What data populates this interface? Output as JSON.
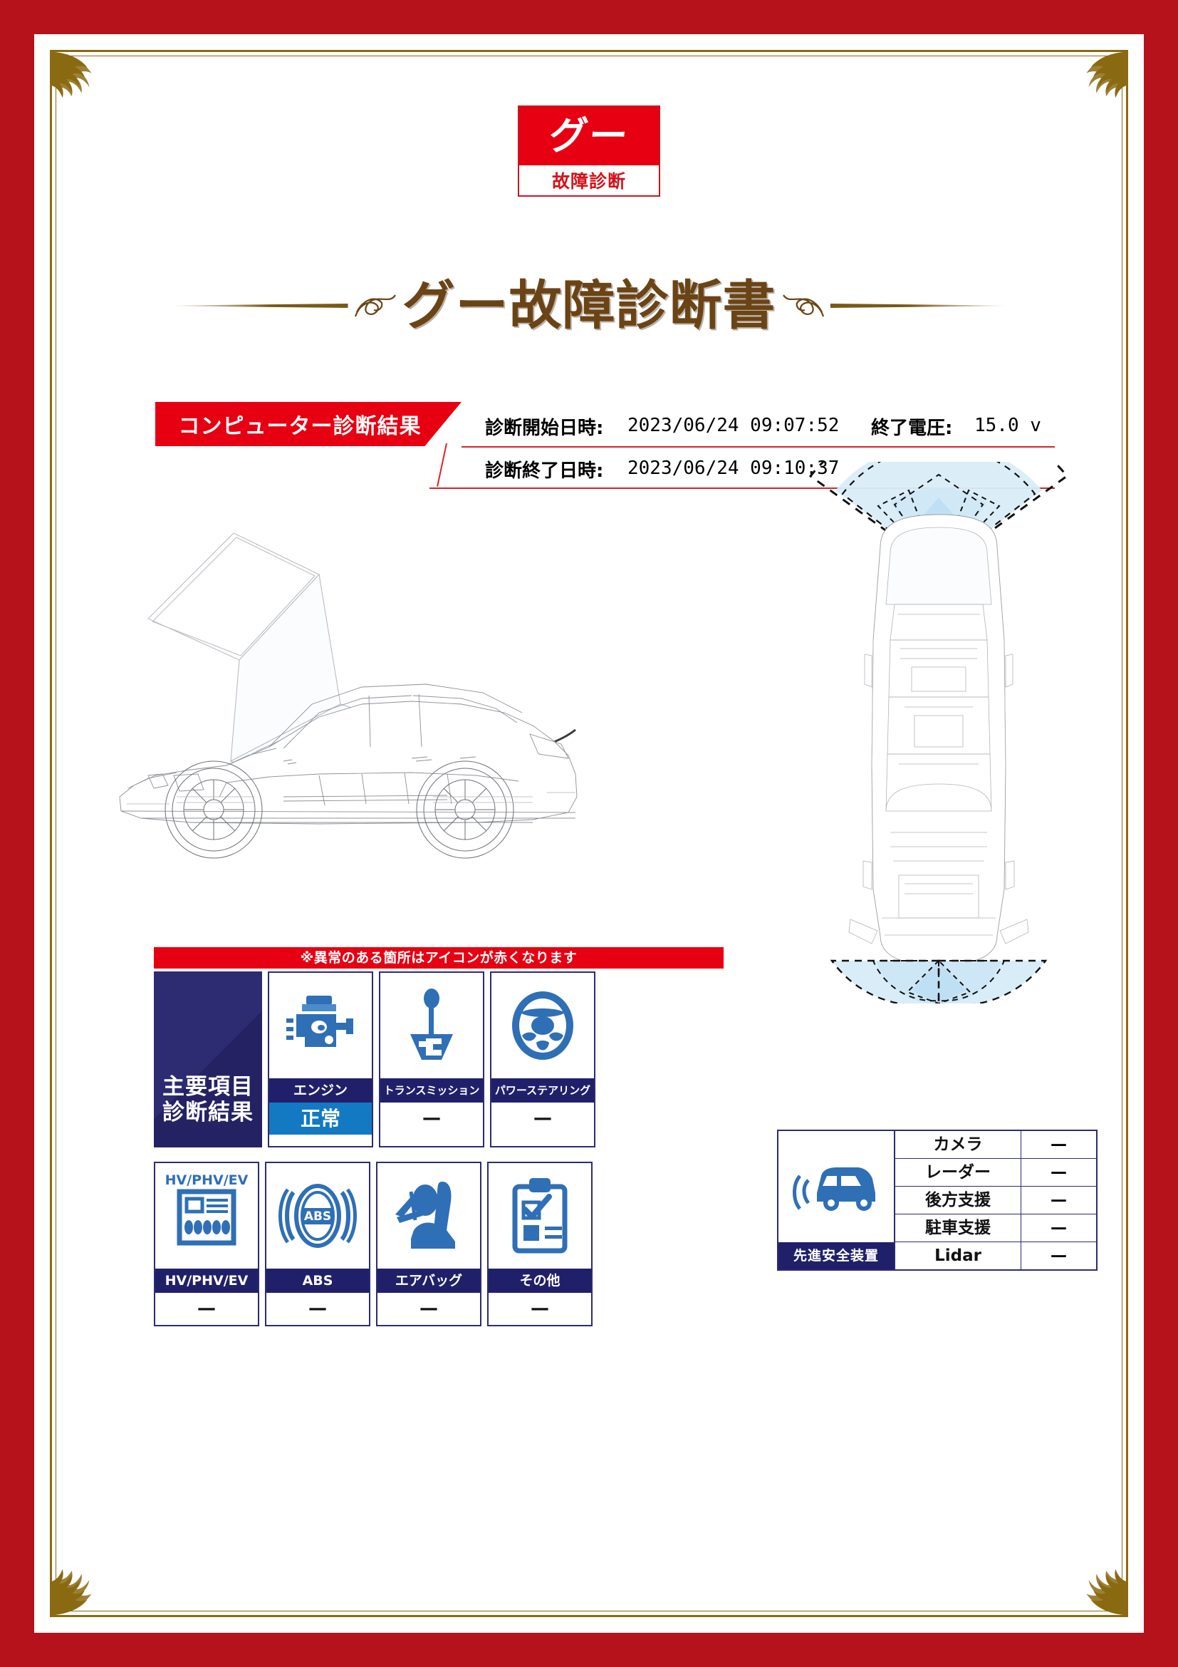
{
  "logo": {
    "mark": "グー",
    "sub": "故障診断"
  },
  "title": "グー故障診断書",
  "diagnosis": {
    "tag": "コンピューター診断結果",
    "start_label": "診断開始日時:",
    "start_value": "2023/06/24 09:07:52",
    "end_label": "診断終了日時:",
    "end_value": "2023/06/24 09:10:37",
    "voltage_label": "終了電圧:",
    "voltage_value": "15.0 v"
  },
  "main_items": {
    "note": "※異常のある箇所はアイコンが赤くなります",
    "panel_title_line1": "主要項目",
    "panel_title_line2": "診断結果",
    "row1": [
      {
        "icon": "engine-icon",
        "name": "エンジン",
        "value": "正常",
        "status": "ok"
      },
      {
        "icon": "transmission-icon",
        "name": "トランスミッション",
        "value": "—",
        "status": "none"
      },
      {
        "icon": "power-steering-icon",
        "name": "パワーステアリング",
        "value": "—",
        "status": "none"
      }
    ],
    "row2": [
      {
        "icon": "hv-battery-icon",
        "name": "HV/PHV/EV",
        "value": "—",
        "status": "none"
      },
      {
        "icon": "abs-icon",
        "name": "ABS",
        "value": "—",
        "status": "none"
      },
      {
        "icon": "airbag-icon",
        "name": "エアバッグ",
        "value": "—",
        "status": "none"
      },
      {
        "icon": "clipboard-check-icon",
        "name": "その他",
        "value": "—",
        "status": "none"
      }
    ]
  },
  "safety": {
    "title": "先進安全装置",
    "icon": "car-sensor-icon",
    "rows": [
      {
        "name": "カメラ",
        "value": "—"
      },
      {
        "name": "レーダー",
        "value": "—"
      },
      {
        "name": "後方支援",
        "value": "—"
      },
      {
        "name": "駐車支援",
        "value": "—"
      },
      {
        "name": "Lidar",
        "value": "—"
      }
    ]
  },
  "colors": {
    "border_red": "#b5121b",
    "brand_red": "#e60012",
    "gold": "#8a6a12",
    "title_brown": "#6b4415",
    "navy": "#2d2b72",
    "status_blue": "#1379c2",
    "sensor_blue": "#d6ecf7"
  },
  "illustration": {
    "laptop": "laptop-wireframe",
    "side_car": "sedan-side-wireframe",
    "top_car": "sedan-top-wireframe",
    "sensor_zones": "sensor-coverage-zones"
  }
}
